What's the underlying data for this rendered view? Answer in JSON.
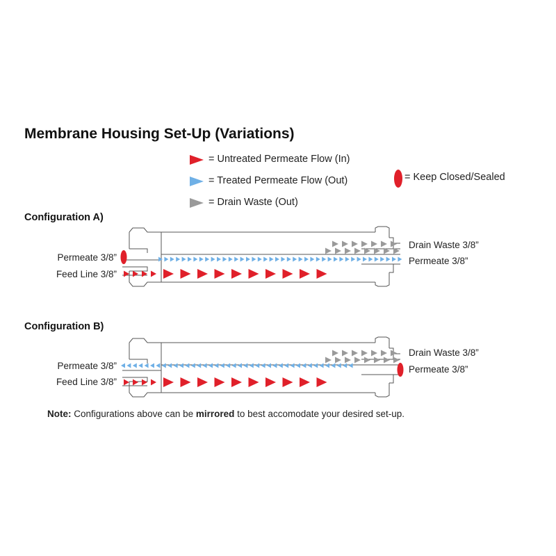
{
  "title": "Membrane Housing Set-Up (Variations)",
  "legend": {
    "untreated": "= Untreated Permeate Flow (In)",
    "treated": "= Treated Permeate Flow (Out)",
    "drain": "= Drain Waste (Out)",
    "sealed": "= Keep Closed/Sealed"
  },
  "colors": {
    "untreated": "#e0202a",
    "treated": "#6fb0e6",
    "drain": "#9a9a9a",
    "outline": "#555555"
  },
  "config_a": {
    "title": "Configuration A)",
    "left_permeate": "Permeate 3/8”",
    "left_feed": "Feed Line 3/8”",
    "right_drain": "Drain Waste 3/8”",
    "right_permeate": "Permeate 3/8”"
  },
  "config_b": {
    "title": "Configuration B)",
    "left_permeate": "Permeate 3/8”",
    "left_feed": "Feed Line 3/8”",
    "right_drain": "Drain Waste 3/8”",
    "right_permeate": "Permeate 3/8”"
  },
  "note": {
    "prefix": "Note:",
    "part1": " Configurations above can be ",
    "emphasis": "mirrored",
    "part2": " to best accomodate your desired set-up."
  }
}
